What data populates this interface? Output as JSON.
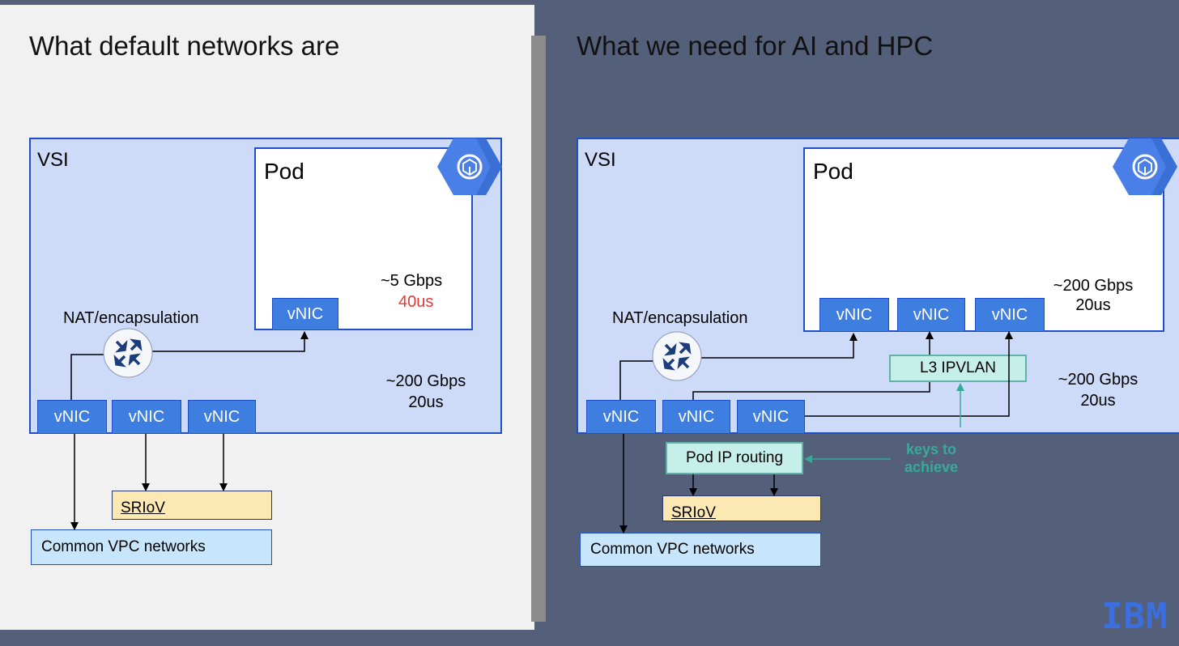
{
  "left": {
    "title": "What default networks are",
    "vsi_label": "VSI",
    "pod_label": "Pod",
    "pod_speed": "~5 Gbps",
    "pod_latency": "40us",
    "pod_vnic": "vNIC",
    "nat_label": "NAT/encapsulation",
    "vsi_speed": "~200 Gbps",
    "vsi_latency": "20us",
    "vnics": [
      "vNIC",
      "vNIC",
      "vNIC"
    ],
    "sriov": "SRIoV",
    "vpc": "Common VPC networks"
  },
  "right": {
    "title": "What we need for AI and HPC",
    "vsi_label": "VSI",
    "pod_label": "Pod",
    "pod_speed": "~200 Gbps",
    "pod_latency": "20us",
    "pod_vnics": [
      "vNIC",
      "vNIC",
      "vNIC"
    ],
    "nat_label": "NAT/encapsulation",
    "l3_ipvlan": "L3 IPVLAN",
    "vsi_speed": "~200 Gbps",
    "vsi_latency": "20us",
    "vnics": [
      "vNIC",
      "vNIC",
      "vNIC"
    ],
    "pod_ip_routing": "Pod IP routing",
    "keys_line1": "keys to",
    "keys_line2": "achieve",
    "sriov": "SRIoV",
    "vpc": "Common VPC networks"
  },
  "logo": "IBM",
  "colors": {
    "background": "#545f7a",
    "left_panel": "#f1f1f1",
    "vsi_fill": "#cddbf9",
    "border_blue": "#1f4ec9",
    "vnic_blue": "#3d7ee0",
    "latency_red": "#e53935",
    "sriov_fill": "#fce8b2",
    "vpc_fill": "#c7e6fb",
    "teal_fill": "#c7efe9",
    "teal_text": "#36aa9d",
    "hex_blue": "#4a7fe8"
  },
  "icons": [
    "kubernetes-engine-hex-icon",
    "router-icon"
  ]
}
